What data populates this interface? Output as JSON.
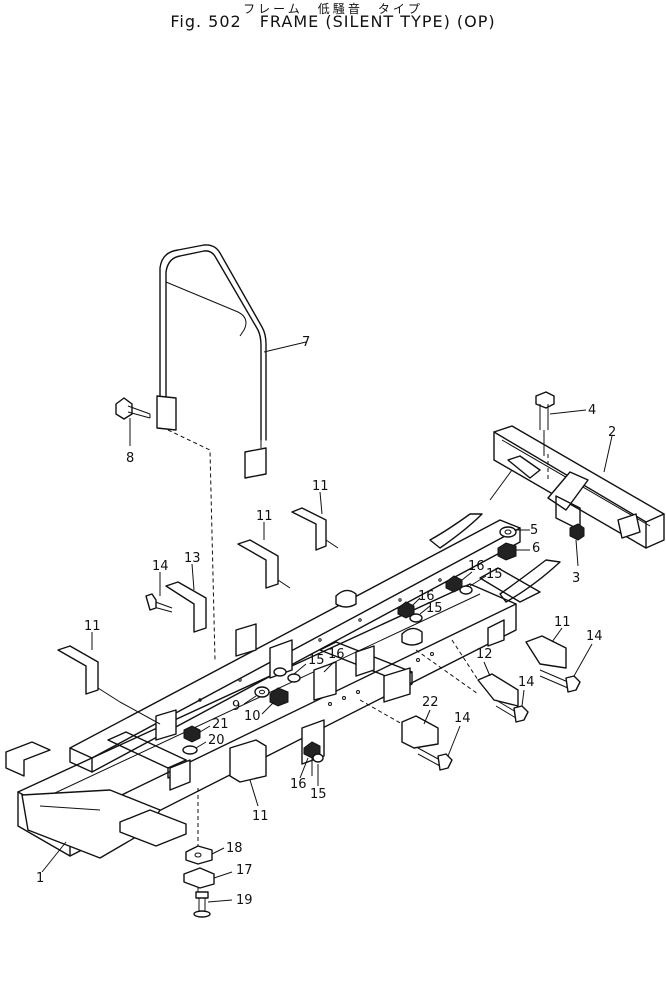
{
  "header": {
    "japanese_title": "フレーム　低騒音　タイプ",
    "fig_number": "Fig. 502",
    "fig_title": "FRAME (SILENT TYPE) (OP)"
  },
  "parts": {
    "p1": "1",
    "p2": "2",
    "p3": "3",
    "p4": "4",
    "p5": "5",
    "p6": "6",
    "p7": "7",
    "p8": "8",
    "p9": "9",
    "p10": "10",
    "p11": "11",
    "p12": "12",
    "p13": "13",
    "p14": "14",
    "p15": "15",
    "p16": "16",
    "p17": "17",
    "p18": "18",
    "p19": "19",
    "p20": "20",
    "p21": "21",
    "p22": "22"
  }
}
